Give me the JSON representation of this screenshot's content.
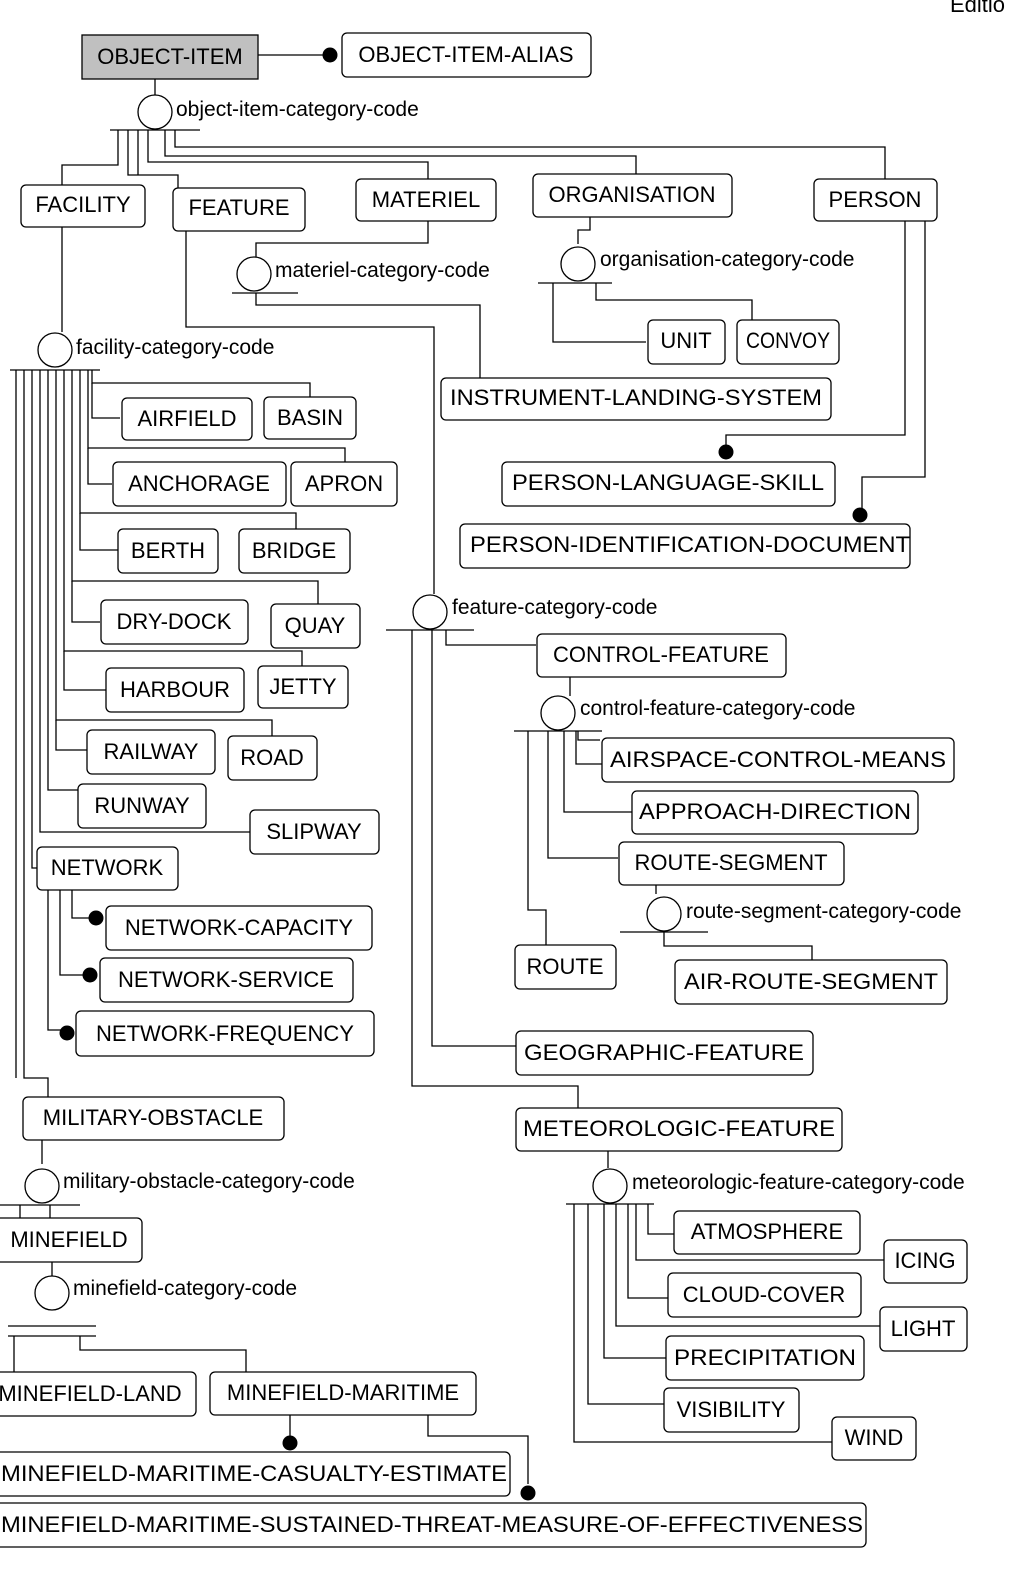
{
  "header": {
    "edition_fragment": "Editio"
  },
  "colors": {
    "root_fill": "#c0c0c0",
    "line": "#000000",
    "box_fill": "#ffffff"
  },
  "entities": {
    "object_item": "OBJECT-ITEM",
    "object_item_alias": "OBJECT-ITEM-ALIAS",
    "facility": "FACILITY",
    "feature": "FEATURE",
    "materiel": "MATERIEL",
    "organisation": "ORGANISATION",
    "person": "PERSON",
    "unit": "UNIT",
    "convoy": "CONVOY",
    "instrument_landing_system": "INSTRUMENT-LANDING-SYSTEM",
    "person_language_skill": "PERSON-LANGUAGE-SKILL",
    "person_identification_document": "PERSON-IDENTIFICATION-DOCUMENT",
    "airfield": "AIRFIELD",
    "basin": "BASIN",
    "anchorage": "ANCHORAGE",
    "apron": "APRON",
    "berth": "BERTH",
    "bridge": "BRIDGE",
    "dry_dock": "DRY-DOCK",
    "quay": "QUAY",
    "harbour": "HARBOUR",
    "jetty": "JETTY",
    "railway": "RAILWAY",
    "road": "ROAD",
    "runway": "RUNWAY",
    "slipway": "SLIPWAY",
    "network": "NETWORK",
    "network_capacity": "NETWORK-CAPACITY",
    "network_service": "NETWORK-SERVICE",
    "network_frequency": "NETWORK-FREQUENCY",
    "military_obstacle": "MILITARY-OBSTACLE",
    "minefield": "MINEFIELD",
    "minefield_land": "MINEFIELD-LAND",
    "minefield_maritime": "MINEFIELD-MARITIME",
    "minefield_maritime_casualty_estimate": "MINEFIELD-MARITIME-CASUALTY-ESTIMATE",
    "minefield_maritime_stme": "MINEFIELD-MARITIME-SUSTAINED-THREAT-MEASURE-OF-EFFECTIVENESS",
    "control_feature": "CONTROL-FEATURE",
    "airspace_control_means": "AIRSPACE-CONTROL-MEANS",
    "approach_direction": "APPROACH-DIRECTION",
    "route_segment": "ROUTE-SEGMENT",
    "route": "ROUTE",
    "air_route_segment": "AIR-ROUTE-SEGMENT",
    "geographic_feature": "GEOGRAPHIC-FEATURE",
    "meteorologic_feature": "METEOROLOGIC-FEATURE",
    "atmosphere": "ATMOSPHERE",
    "icing": "ICING",
    "cloud_cover": "CLOUD-COVER",
    "light": "LIGHT",
    "precipitation": "PRECIPITATION",
    "visibility": "VISIBILITY",
    "wind": "WIND"
  },
  "discriminators": {
    "object_item_category_code": "object-item-category-code",
    "materiel_category_code": "materiel-category-code",
    "organisation_category_code": "organisation-category-code",
    "facility_category_code": "facility-category-code",
    "feature_category_code": "feature-category-code",
    "control_feature_category_code": "control-feature-category-code",
    "route_segment_category_code": "route-segment-category-code",
    "military_obstacle_category_code": "military-obstacle-category-code",
    "minefield_category_code": "minefield-category-code",
    "meteorologic_feature_category_code": "meteorologic-feature-category-code"
  }
}
